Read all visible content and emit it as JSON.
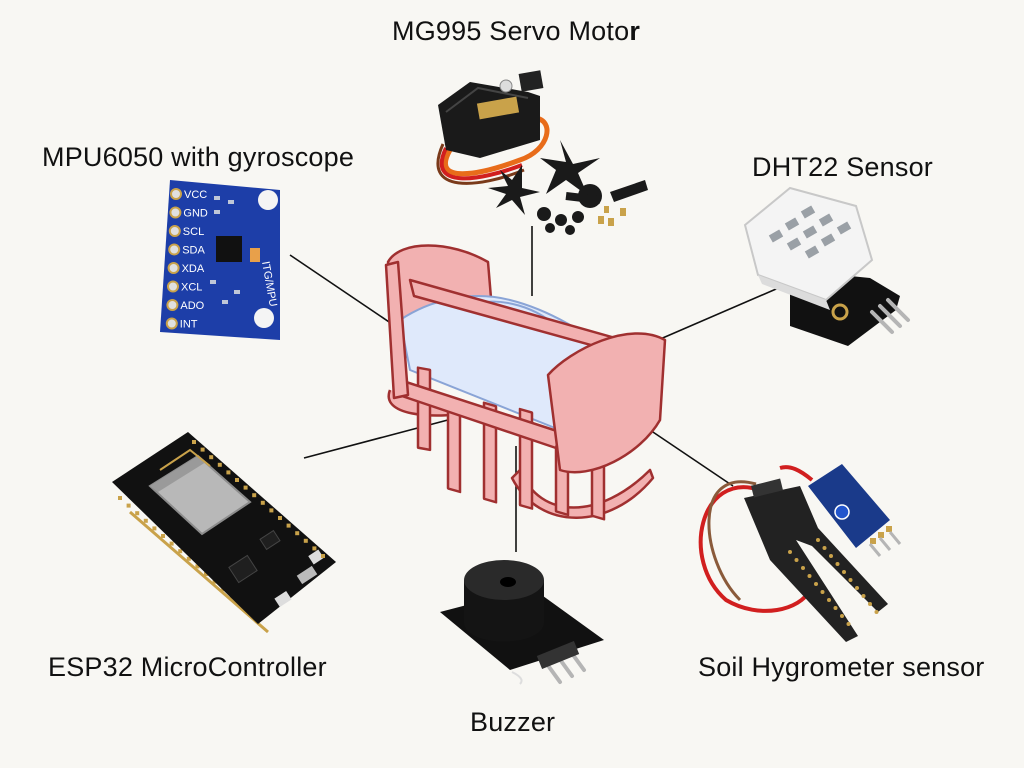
{
  "labels": {
    "servo": "MG995 Servo Moto",
    "servo_last": "r",
    "mpu": "MPU6050 with gyroscope",
    "dht": "DHT22 Sensor",
    "esp": "ESP32 MicroController",
    "buzzer": "Buzzer",
    "soil": "Soil Hygrometer sensor"
  },
  "mpu_pins": [
    "VCC",
    "GND",
    "SCL",
    "SDA",
    "XDA",
    "XCL",
    "ADO",
    "INT"
  ],
  "mpu_chip_text": "ITG/MPU",
  "colors": {
    "background": "#f8f7f3",
    "cradle_fill": "#f2b1b1",
    "cradle_stroke": "#a03030",
    "mattress": "#dfe9fb",
    "mpu_board": "#1d3ea8",
    "esp_board": "#111111",
    "dht_body": "#f4f4f4",
    "servo_body": "#1a1a1a",
    "wire_red": "#d11f1f",
    "wire_orange": "#e86c1a",
    "soil_probe": "#222222",
    "gold": "#c9a24a"
  }
}
